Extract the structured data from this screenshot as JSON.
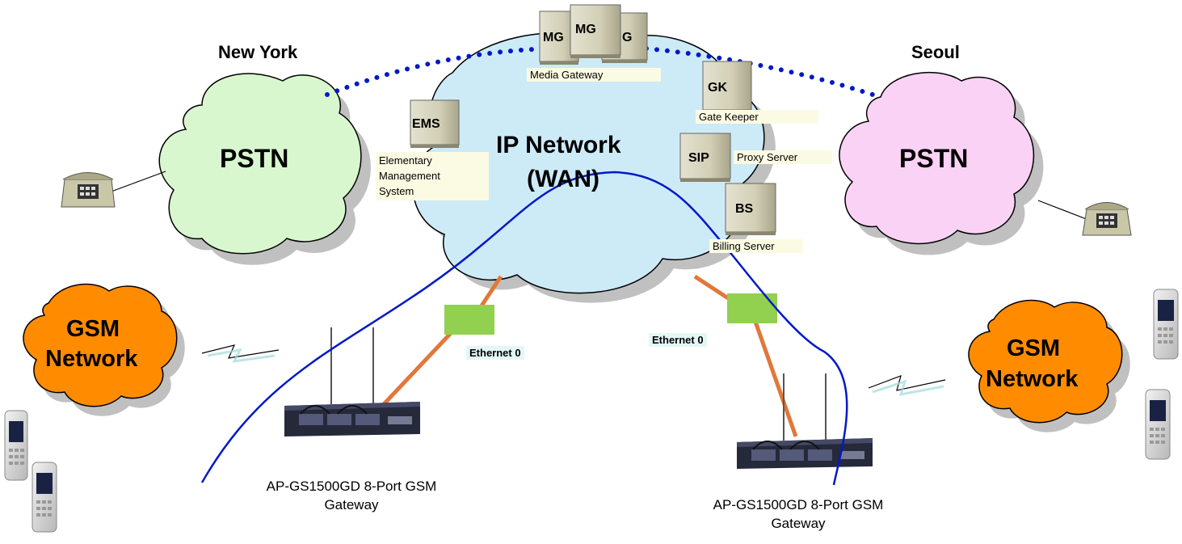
{
  "cities": {
    "left": "New York",
    "right": "Seoul"
  },
  "clouds": {
    "pstn_left": "PSTN",
    "pstn_right": "PSTN",
    "ip_line1": "IP Network",
    "ip_line2": "(WAN)",
    "gsm_left_line1": "GSM",
    "gsm_left_line2": "Network",
    "gsm_right_line1": "GSM",
    "gsm_right_line2": "Network"
  },
  "servers": {
    "mg1": "MG",
    "mg2": "MG",
    "mg3": "G",
    "ems": "EMS",
    "gk": "GK",
    "sip": "SIP",
    "bs": "BS"
  },
  "captions": {
    "media_gateway": "Media Gateway",
    "gate_keeper": "Gate Keeper",
    "proxy_server": "Proxy Server",
    "billing_server": "Billing Server",
    "ems_line1": "Elementary",
    "ems_line2": "Management",
    "ems_line3": "System"
  },
  "ethernet": {
    "left": "Ethernet 0",
    "right": "Ethernet 0"
  },
  "gateways": {
    "left_line1": "AP-GS1500GD  8-Port GSM",
    "left_line2": "Gateway",
    "right_line1": "AP-GS1500GD  8-Port  GSM",
    "right_line2": "Gateway"
  },
  "colors": {
    "pstn_left": "#d8f7cf",
    "pstn_right": "#fad2f5",
    "ip_network": "#cdeaf7",
    "gsm": "#ff8c00",
    "link_blue": "#0019c8",
    "ethernet_line": "#e0783a",
    "switch_green": "#92d050"
  }
}
